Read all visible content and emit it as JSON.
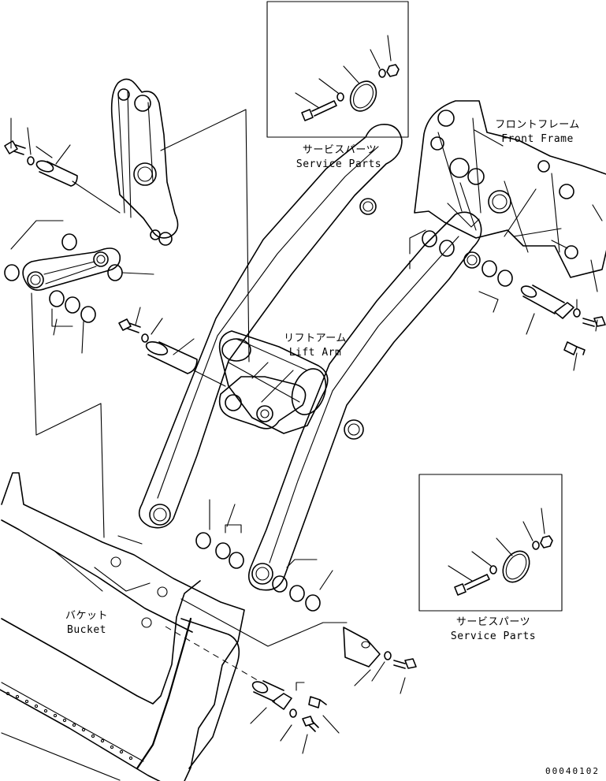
{
  "labels": {
    "service_parts_top_jp": "サービスパーツ",
    "service_parts_top_en": "Service Parts",
    "front_frame_jp": "フロントフレーム",
    "front_frame_en": "Front Frame",
    "lift_arm_jp": "リフトアーム",
    "lift_arm_en": "Lift Arm",
    "bucket_jp": "バケット",
    "bucket_en": "Bucket",
    "service_parts_bottom_jp": "サービスパーツ",
    "service_parts_bottom_en": "Service Parts"
  },
  "drawing_code": "00040102"
}
